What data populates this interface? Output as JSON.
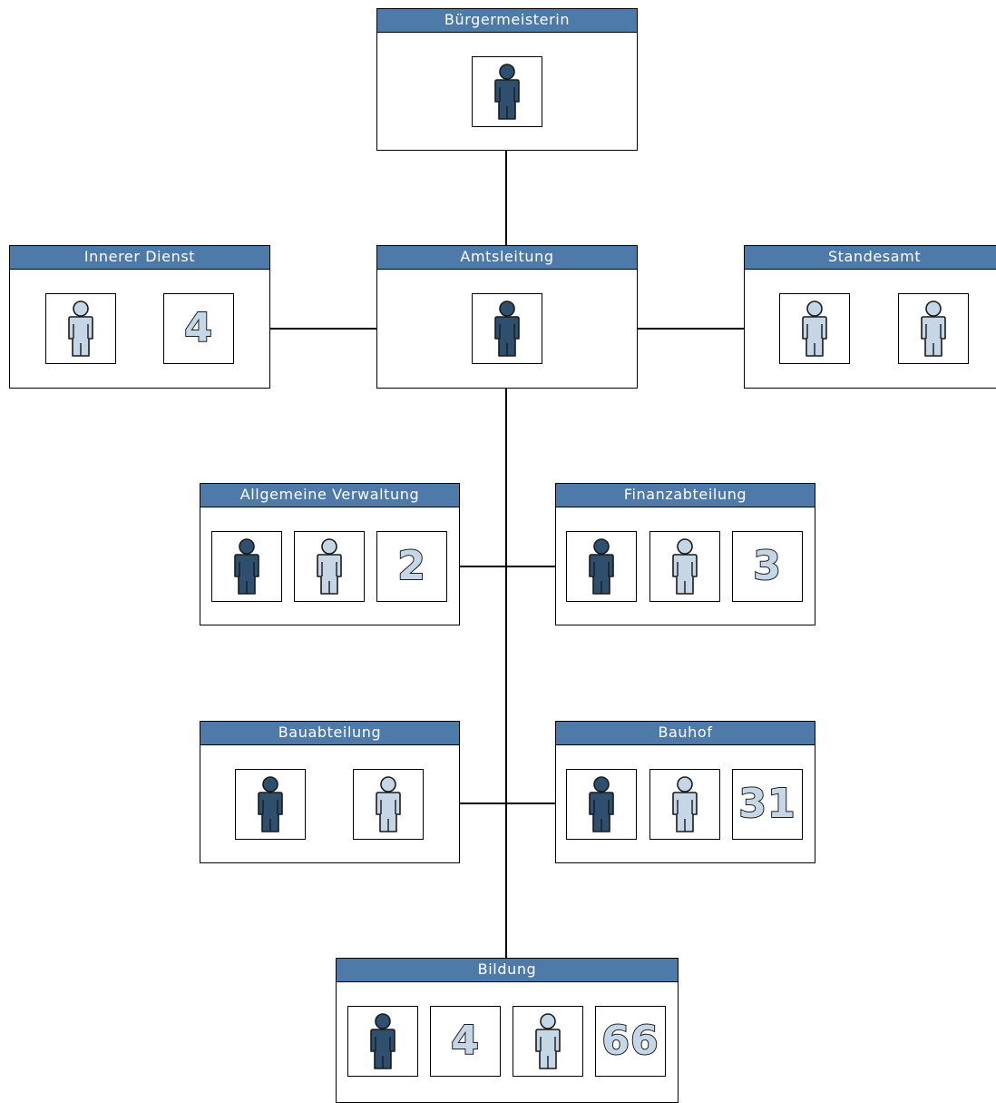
{
  "colors": {
    "header_bg": "#4d7aa8",
    "leader_person": "#2f4f6f",
    "staff_person": "#c5d6e6",
    "connector": "#000000"
  },
  "units": {
    "buergermeisterin": {
      "title": "Bürgermeisterin",
      "tiles": [
        "leader-icon"
      ]
    },
    "innerer_dienst": {
      "title": "Innerer Dienst",
      "tiles": [
        "staff-icon"
      ],
      "count": "4"
    },
    "amtsleitung": {
      "title": "Amtsleitung",
      "tiles": [
        "leader-icon"
      ]
    },
    "standesamt": {
      "title": "Standesamt",
      "tiles": [
        "staff-icon",
        "staff-icon"
      ]
    },
    "allgemeine_verwaltung": {
      "title": "Allgemeine Verwaltung",
      "tiles": [
        "leader-icon",
        "staff-icon"
      ],
      "count": "2"
    },
    "finanzabteilung": {
      "title": "Finanzabteilung",
      "tiles": [
        "leader-icon",
        "staff-icon"
      ],
      "count": "3"
    },
    "bauabteilung": {
      "title": "Bauabteilung",
      "tiles": [
        "leader-icon",
        "staff-icon"
      ]
    },
    "bauhof": {
      "title": "Bauhof",
      "tiles": [
        "leader-icon",
        "staff-icon"
      ],
      "count": "31"
    },
    "bildung": {
      "title": "Bildung",
      "tiles": [
        "leader-icon",
        "staff-icon"
      ],
      "count_leaders": "4",
      "count_staff": "66"
    }
  }
}
